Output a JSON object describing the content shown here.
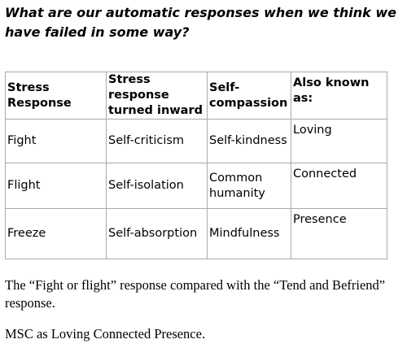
{
  "heading": "What are our automatic responses when we think we have failed in some way?",
  "table": {
    "headers": [
      "Stress Response",
      "Stress response turned inward",
      "Self-compassion",
      "Also known as:"
    ],
    "rows": [
      [
        "Fight",
        "Self-criticism",
        "Self-kindness",
        "Loving"
      ],
      [
        "Flight",
        "Self-isolation",
        "Common humanity",
        "Connected"
      ],
      [
        "Freeze",
        "Self-absorption",
        "Mindfulness",
        "Presence"
      ]
    ]
  },
  "paragraphs": [
    "The “Fight or flight” response compared with the “Tend and Befriend” response.",
    "MSC as Loving Connected Presence."
  ]
}
